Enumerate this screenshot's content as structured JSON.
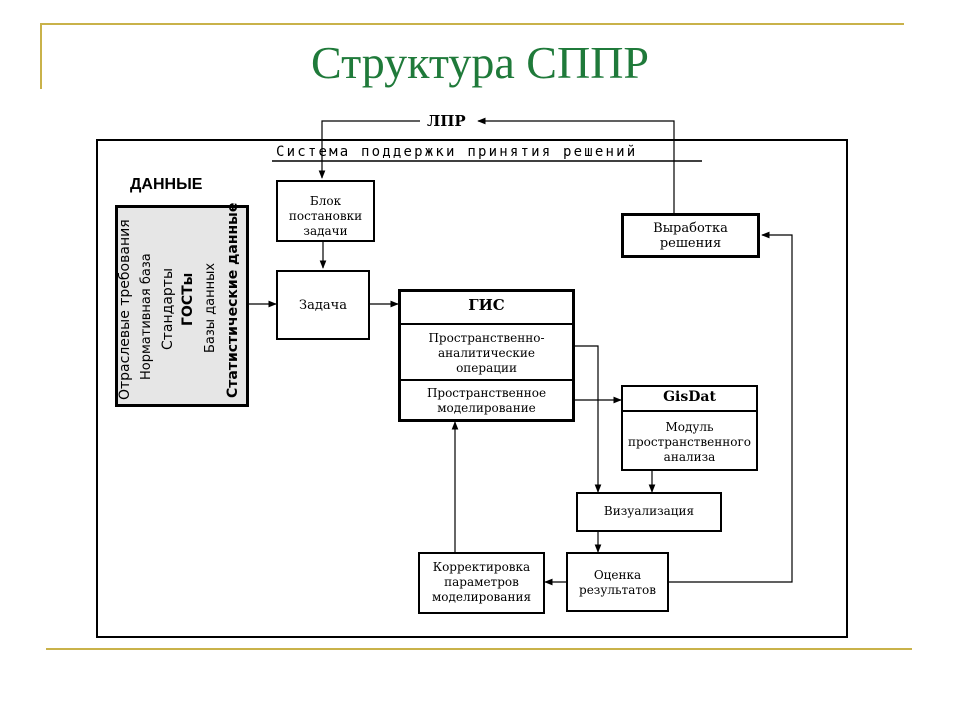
{
  "slide": {
    "title": "Структура СППР",
    "accent_color": "#c9b24a",
    "title_color": "#1f7a3a"
  },
  "diagram": {
    "lpr": "ЛПР",
    "system_label": "Система поддержки принятия решений",
    "data_label": "ДАННЫЕ",
    "data_items": [
      "Отраслевые требования",
      "Нормативная база",
      "Стандарты",
      "ГОСТы",
      "Базы данных",
      "Статистические данные"
    ],
    "task_setup": [
      "Блок",
      "постановки",
      "задачи"
    ],
    "task": "Задача",
    "gis": {
      "title": "ГИС",
      "section1": [
        "Пространственно-",
        "аналитические",
        "операции"
      ],
      "section2": [
        "Пространственное",
        "моделирование"
      ]
    },
    "decision": [
      "Выработка",
      "решения"
    ],
    "gisdat": {
      "title": "GisDat",
      "body": [
        "Модуль",
        "пространственного",
        "анализа"
      ]
    },
    "visualization": "Визуализация",
    "evaluation": [
      "Оценка",
      "результатов"
    ],
    "correction": [
      "Корректировка",
      "параметров",
      "моделирования"
    ]
  }
}
